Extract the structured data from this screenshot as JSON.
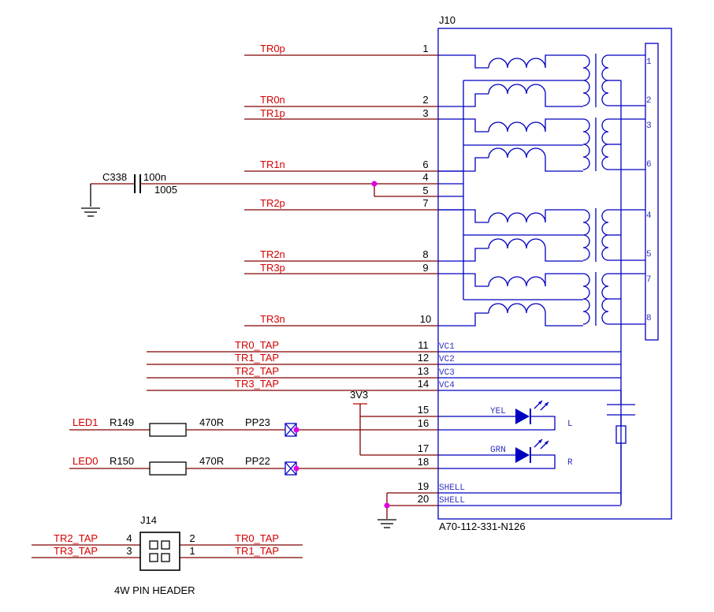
{
  "connector": {
    "ref": "J10",
    "part_number": "A70-112-331-N126",
    "signals": [
      {
        "net": "TR0p",
        "pin": "1"
      },
      {
        "net": "TR0n",
        "pin": "2"
      },
      {
        "net": "TR1p",
        "pin": "3"
      },
      {
        "net": "TR1n",
        "pin": "6"
      },
      {
        "net": "TR2p",
        "pin": "7"
      },
      {
        "net": "TR2n",
        "pin": "8"
      },
      {
        "net": "TR3p",
        "pin": "9"
      },
      {
        "net": "TR3n",
        "pin": "10"
      }
    ],
    "extra_pins": [
      "4",
      "5"
    ],
    "taps": [
      {
        "net": "TR0_TAP",
        "pin": "11",
        "label": "VC1"
      },
      {
        "net": "TR1_TAP",
        "pin": "12",
        "label": "VC2"
      },
      {
        "net": "TR2_TAP",
        "pin": "13",
        "label": "VC3"
      },
      {
        "net": "TR3_TAP",
        "pin": "14",
        "label": "VC4"
      }
    ],
    "led_pins": [
      "15",
      "16",
      "17",
      "18"
    ],
    "shell_pins": [
      {
        "pin": "19",
        "label": "SHELL"
      },
      {
        "pin": "20",
        "label": "SHELL"
      }
    ],
    "rj45_pins": [
      "1",
      "2",
      "3",
      "6",
      "4",
      "5",
      "7",
      "8"
    ],
    "leds": [
      {
        "color": "YEL",
        "side": "L"
      },
      {
        "color": "GRN",
        "side": "R"
      }
    ]
  },
  "capacitor": {
    "ref": "C338",
    "value": "100n",
    "package": "1005"
  },
  "power": "3V3",
  "led_nets": [
    {
      "net": "LED1",
      "ref": "R149",
      "value": "470R",
      "pad": "PP23"
    },
    {
      "net": "LED0",
      "ref": "R150",
      "value": "470R",
      "pad": "PP22"
    }
  ],
  "header": {
    "ref": "J14",
    "caption": "4W PIN HEADER",
    "left": [
      {
        "net": "TR2_TAP",
        "pin": "4"
      },
      {
        "net": "TR3_TAP",
        "pin": "3"
      }
    ],
    "right": [
      {
        "net": "TR0_TAP",
        "pin": "2"
      },
      {
        "net": "TR1_TAP",
        "pin": "1"
      }
    ]
  },
  "colors": {
    "net_label": "#d40000",
    "wire": "#800000",
    "component": "#0000c0",
    "junction": "#e000e0"
  }
}
